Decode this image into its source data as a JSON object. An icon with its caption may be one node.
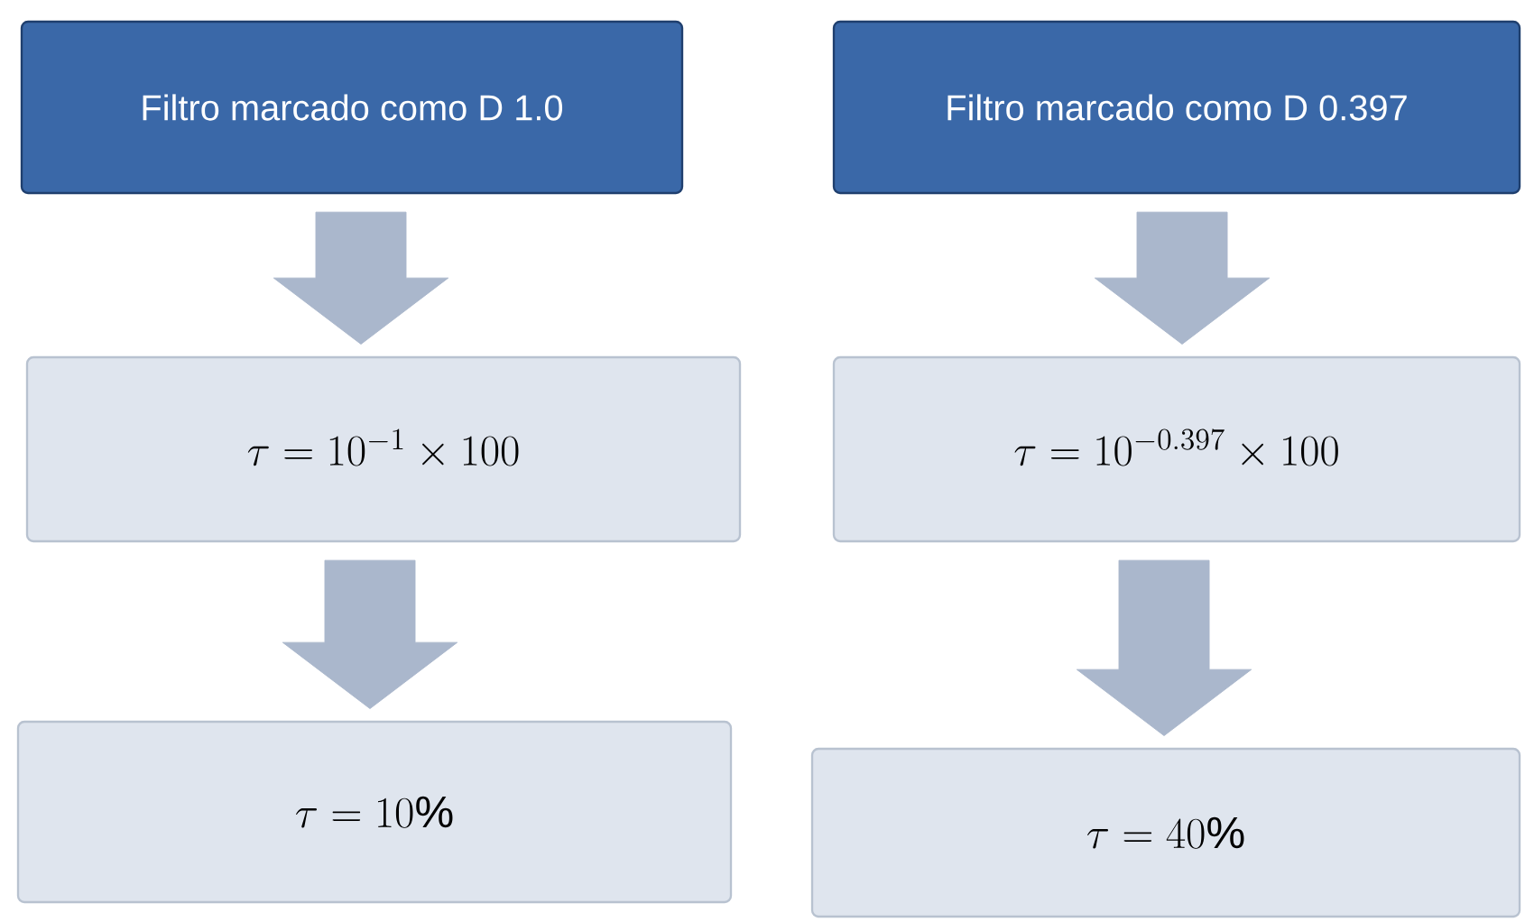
{
  "diagram": {
    "nodes": [
      {
        "text": [
          "Filtro marcado como D 1.0"
        ]
      },
      {
        "text": [
          "Filtro marcado como D 0.397"
        ]
      },
      {
        "text": [
          "\\tau = 10^{-1} \\times 100"
        ]
      },
      {
        "text": [
          "\\tau = 10^{-0.397} \\times 100"
        ]
      },
      {
        "text": [
          "\\tau = 10\\%"
        ]
      },
      {
        "text": [
          "\\tau = 40\\%"
        ]
      }
    ],
    "edges": [
      {
        "from": 0,
        "to": 2,
        "arrow": "to"
      },
      {
        "from": 1,
        "to": 3,
        "arrow": "to"
      },
      {
        "from": 2,
        "to": 4,
        "arrow": "to"
      },
      {
        "from": 3,
        "to": 5,
        "arrow": "to"
      }
    ]
  }
}
